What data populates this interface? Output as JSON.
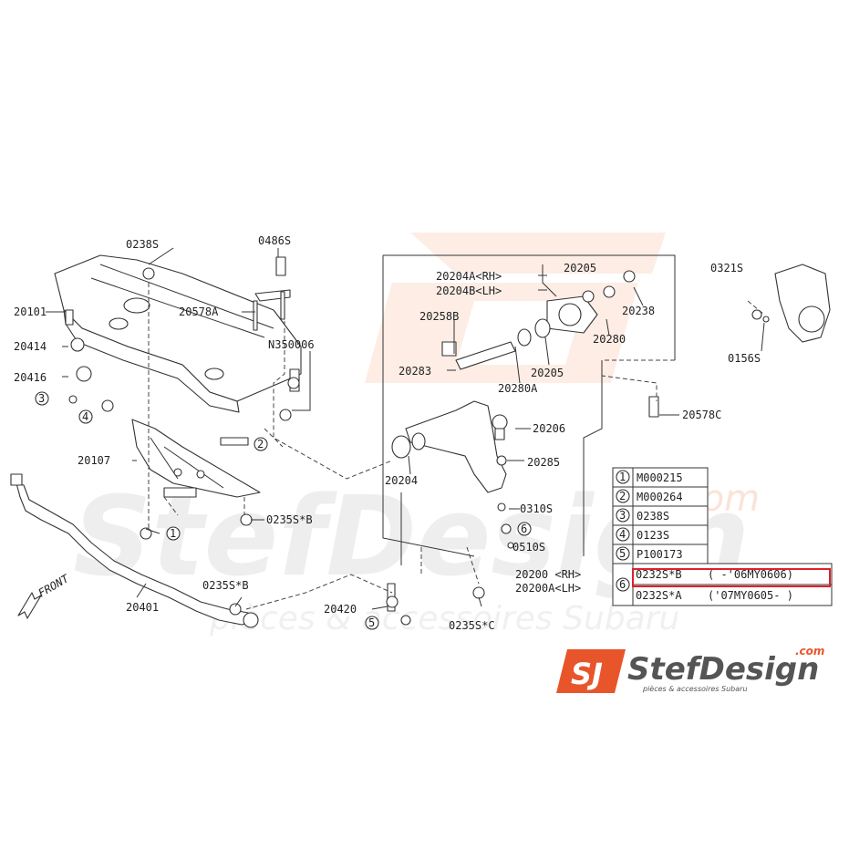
{
  "watermark": {
    "brand": "StefDesign",
    "suffix": ".com",
    "tagline": "pièces & accessoires Subaru"
  },
  "logo": {
    "mark": "SJ",
    "name": "StefDesign",
    "suffix": ".com",
    "tagline": "pièces & accessoires Subaru"
  },
  "front_label": "FRONT",
  "labels": {
    "p0238S_top": "0238S",
    "p0486S": "0486S",
    "p20101": "20101",
    "p20578A": "20578A",
    "p20414": "20414",
    "pN350006": "N350006",
    "p20416": "20416",
    "p20107": "20107",
    "p0235SB_left": "0235S*B",
    "p0235SB_mid": "0235S*B",
    "p20401": "20401",
    "p20420": "20420",
    "p0235SC": "0235S*C",
    "p20204A": "20204A<RH>",
    "p20204B": "20204B<LH>",
    "p20205_top": "20205",
    "p20238": "20238",
    "p20258B": "20258B",
    "p20280": "20280",
    "p20283": "20283",
    "p20205_mid": "20205",
    "p20280A": "20280A",
    "p20206": "20206",
    "p20285": "20285",
    "p20204": "20204",
    "p0310S": "0310S",
    "p0510S": "0510S",
    "p20200": "20200 <RH>",
    "p20200A": "20200A<LH>",
    "p0321S": "0321S",
    "p0156S": "0156S",
    "p20578C": "20578C"
  },
  "callouts": [
    "1",
    "2",
    "3",
    "4",
    "5",
    "6"
  ],
  "legend": [
    {
      "num": "1",
      "code": "M000215",
      "note": ""
    },
    {
      "num": "2",
      "code": "M000264",
      "note": ""
    },
    {
      "num": "3",
      "code": "0238S",
      "note": ""
    },
    {
      "num": "4",
      "code": "0123S",
      "note": ""
    },
    {
      "num": "5",
      "code": "P100173",
      "note": ""
    },
    {
      "num": "6",
      "code": "0232S*B",
      "note": "( -'06MY0606)"
    },
    {
      "num": "",
      "code": "0232S*A",
      "note": "('07MY0605- )"
    }
  ],
  "colors": {
    "highlight": "#e0202a",
    "logo_orange": "#e8552a",
    "watermark": "#e9e9e9",
    "watermark_orange": "#fbe3d8"
  }
}
